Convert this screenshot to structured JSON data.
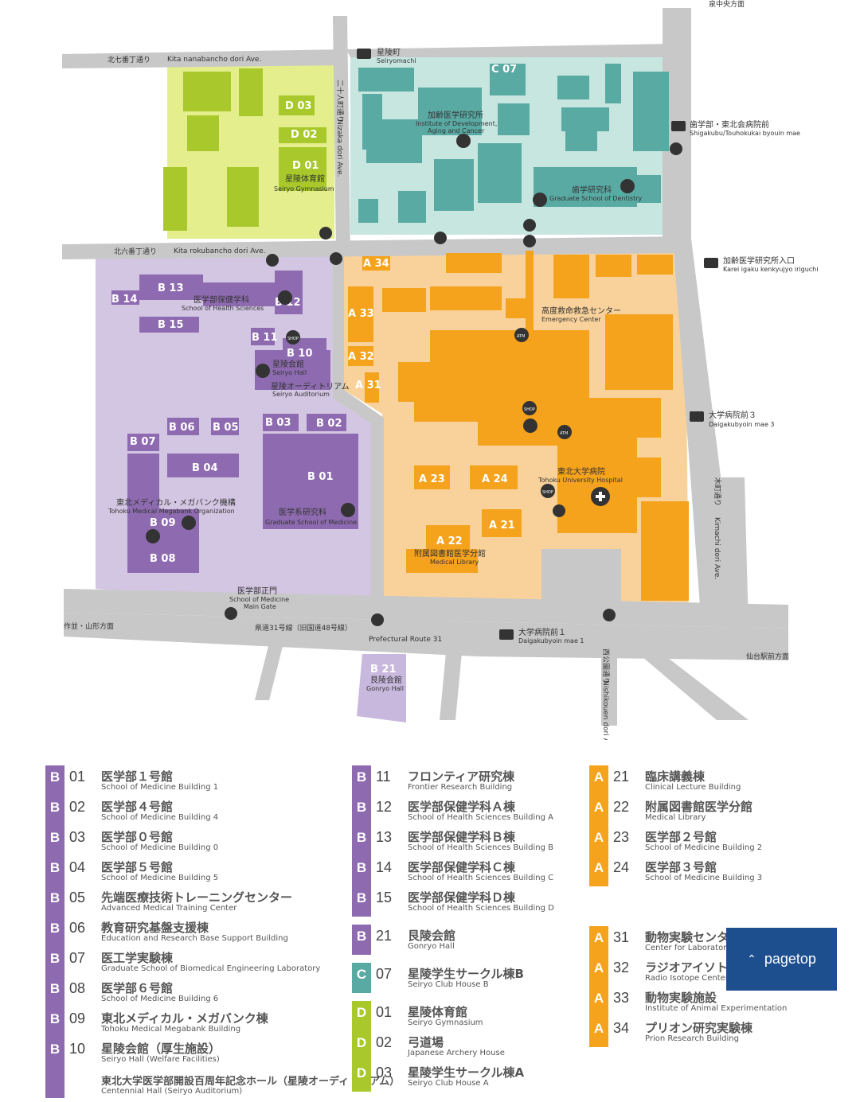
{
  "map": {
    "top_direction": "泉中央方面",
    "roads": {
      "kita7": "北七番丁通り",
      "kita7_en": "Kita nanabancho dori Ave.",
      "kita6": "北六番丁通り",
      "kita6_en": "Kita rokubancho dori Ave.",
      "nizaka": "二十人町通り",
      "nizaka_en": "Nizaka dori Ave.",
      "kimachi": "木町通り",
      "kimachi_en": "Kimachi dori Ave.",
      "route31": "県道31号線（旧国道48号線）",
      "route31_en": "Prefectural Route 31",
      "nishikouen": "西公園通り",
      "nishikouen_en": "Nishikouen dori Ave."
    },
    "directions": {
      "left": "作並・山形方面",
      "right": "仙台駅前方面"
    },
    "bus_stops": {
      "seiryomachi": "星陵町",
      "seiryomachi_en": "Seiryomachi",
      "shigakubu": "歯学部・東北会病院前",
      "shigakubu_en": "Shigakubu/Touhokukai byouin mae",
      "karei": "加齢医学研究所入口",
      "karei_en": "Karei igaku kenkyujyo iriguchi",
      "daigaku3": "大学病院前３",
      "daigaku3_en": "Daigakubyoin mae 3",
      "daigaku1": "大学病院前１",
      "daigaku1_en": "Daigakubyoin mae 1"
    },
    "place_labels": {
      "karei_ja": "加齢医学研究所",
      "karei_en1": "Institute of Development,",
      "karei_en2": "Aging and Cancer",
      "dent_ja": "歯学研究科",
      "dent_en": "Graduate School of Dentistry",
      "gym_ja": "星陵体育館",
      "gym_en": "Seiryo Gymnasium",
      "health_ja": "医学部保健学科",
      "health_en": "School of Health Sciences",
      "hall_ja": "星陵会館",
      "hall_en": "Seiryo Hall",
      "aud_ja": "星陵オーディトリアム",
      "aud_en": "Seiryo Auditorium",
      "emer_ja": "高度救命救急センター",
      "emer_en": "Emergency Center",
      "hosp_ja": "東北大学病院",
      "hosp_en": "Tohoku University Hospital",
      "megabank_ja": "東北メディカル・メガバンク機構",
      "megabank_en": "Tohoku Medical Megabank Organization",
      "gsm_ja": "医学系研究科",
      "gsm_en": "Graduate School of Medicine",
      "lib_ja": "附属図書館医学分館",
      "lib_en": "Medical Library",
      "gate_ja": "医学部正門",
      "gate_en1": "School of Medicine",
      "gate_en2": "Main Gate",
      "gonryo_ja": "艮陵会館",
      "gonryo_en": "Gonryo Hall"
    },
    "markers": {
      "shop": "SHOP",
      "atm": "ATM"
    }
  },
  "colors": {
    "A": "#f5a21d",
    "B": "#8e6bb0",
    "C": "#5aaaa4",
    "D": "#a8c82c",
    "pagetop": "#1d4f8f"
  },
  "legend": [
    {
      "letter": "B",
      "num": "01",
      "ja": "医学部１号館",
      "en": "School of Medicine Building 1"
    },
    {
      "letter": "B",
      "num": "02",
      "ja": "医学部４号館",
      "en": "School of Medicine Building 4"
    },
    {
      "letter": "B",
      "num": "03",
      "ja": "医学部０号館",
      "en": "School of Medicine Building 0"
    },
    {
      "letter": "B",
      "num": "04",
      "ja": "医学部５号館",
      "en": "School of Medicine Building 5"
    },
    {
      "letter": "B",
      "num": "05",
      "ja": "先端医療技術トレーニングセンター",
      "en": "Advanced Medical Training Center"
    },
    {
      "letter": "B",
      "num": "06",
      "ja": "教育研究基盤支援棟",
      "en": "Education and Research Base Support Building"
    },
    {
      "letter": "B",
      "num": "07",
      "ja": "医工学実験棟",
      "en": "Graduate School of Biomedical Engineering Laboratory"
    },
    {
      "letter": "B",
      "num": "08",
      "ja": "医学部６号館",
      "en": "School of Medicine Building 6"
    },
    {
      "letter": "B",
      "num": "09",
      "ja": "東北メディカル・メガバンク棟",
      "en": "Tohoku Medical Megabank Building"
    },
    {
      "letter": "B",
      "num": "10",
      "ja": "星陵会館（厚生施設）",
      "en": "Seiryo Hall (Welfare Facilities)"
    },
    {
      "letter": "B",
      "num": "",
      "ja": "東北大学医学部開設百周年記念ホール（星陵オーディトリアム）",
      "en": "Centennial Hall (Seiryo Auditorium)"
    },
    {
      "letter": "B",
      "num": "11",
      "ja": "フロンティア研究棟",
      "en": "Frontier Research Building"
    },
    {
      "letter": "B",
      "num": "12",
      "ja": "医学部保健学科Ａ棟",
      "en": "School of Health Sciences Building A"
    },
    {
      "letter": "B",
      "num": "13",
      "ja": "医学部保健学科Ｂ棟",
      "en": "School of Health Sciences Building B"
    },
    {
      "letter": "B",
      "num": "14",
      "ja": "医学部保健学科Ｃ棟",
      "en": "School of Health Sciences Building C"
    },
    {
      "letter": "B",
      "num": "15",
      "ja": "医学部保健学科Ｄ棟",
      "en": "School of Health Sciences Building D"
    },
    {
      "letter": "B",
      "num": "21",
      "ja": "艮陵会館",
      "en": "Gonryo Hall"
    },
    {
      "letter": "C",
      "num": "07",
      "ja": "星陵学生サークル棟B",
      "en": "Seiryo Club House B"
    },
    {
      "letter": "D",
      "num": "01",
      "ja": "星陵体育館",
      "en": "Seiryo Gymnasium"
    },
    {
      "letter": "D",
      "num": "02",
      "ja": "弓道場",
      "en": "Japanese Archery House"
    },
    {
      "letter": "D",
      "num": "03",
      "ja": "星陵学生サークル棟A",
      "en": "Seiryo Club House A"
    },
    {
      "letter": "A",
      "num": "21",
      "ja": "臨床講義棟",
      "en": "Clinical Lecture Building"
    },
    {
      "letter": "A",
      "num": "22",
      "ja": "附属図書館医学分館",
      "en": "Medical Library"
    },
    {
      "letter": "A",
      "num": "23",
      "ja": "医学部２号館",
      "en": "School of Medicine Building 2"
    },
    {
      "letter": "A",
      "num": "24",
      "ja": "医学部３号館",
      "en": "School of Medicine Building 3"
    },
    {
      "letter": "A",
      "num": "31",
      "ja": "動物実験センター",
      "en": "Center for Laboratory Animal Research"
    },
    {
      "letter": "A",
      "num": "32",
      "ja": "ラジオアイソトープセンター",
      "en": "Radio Isotope Center"
    },
    {
      "letter": "A",
      "num": "33",
      "ja": "動物実験施設",
      "en": "Institute of  Animal Experimentation"
    },
    {
      "letter": "A",
      "num": "34",
      "ja": "プリオン研究実験棟",
      "en": "Prion Research Building"
    }
  ],
  "pagetop": {
    "label": "pagetop",
    "icon": "chevron-up-icon"
  }
}
